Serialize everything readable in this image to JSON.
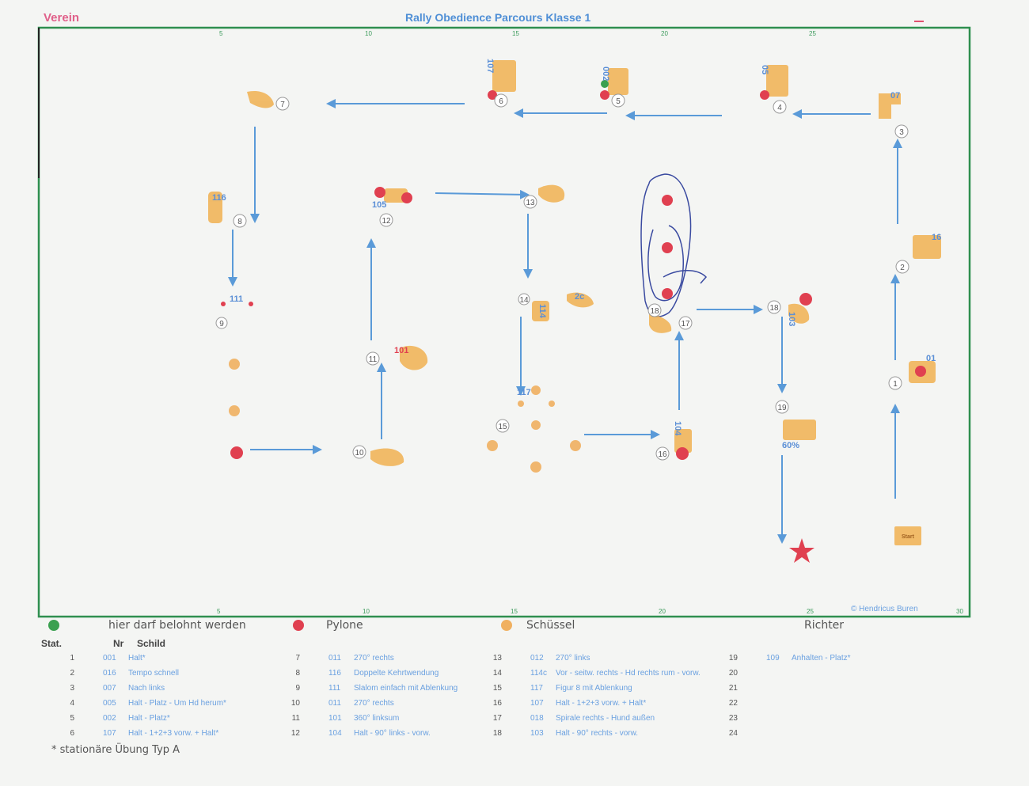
{
  "header": {
    "verein": "Verein",
    "title": "Rally Obedience Parcours Klasse 1"
  },
  "copyright": "© Hendricus Buren",
  "scale_ticks_top": [
    "5",
    "10",
    "15",
    "20",
    "25"
  ],
  "scale_ticks_bottom": [
    "5",
    "10",
    "15",
    "20",
    "25",
    "30"
  ],
  "legend": {
    "reward": "hier darf belohnt werden",
    "pylon": "Pylone",
    "bowl": "Schüssel",
    "judge": "Richter"
  },
  "table": {
    "col_stat": "Stat.",
    "col_nr": "Nr",
    "col_schild": "Schild",
    "rows": [
      {
        "stat": "1",
        "nr": "001",
        "schild": "Halt*"
      },
      {
        "stat": "2",
        "nr": "016",
        "schild": "Tempo schnell"
      },
      {
        "stat": "3",
        "nr": "007",
        "schild": "Nach links"
      },
      {
        "stat": "4",
        "nr": "005",
        "schild": "Halt - Platz - Um Hd herum*"
      },
      {
        "stat": "5",
        "nr": "002",
        "schild": "Halt - Platz*"
      },
      {
        "stat": "6",
        "nr": "107",
        "schild": "Halt - 1+2+3 vorw. + Halt*"
      },
      {
        "stat": "7",
        "nr": "011",
        "schild": "270° rechts"
      },
      {
        "stat": "8",
        "nr": "116",
        "schild": "Doppelte Kehrtwendung"
      },
      {
        "stat": "9",
        "nr": "111",
        "schild": "Slalom einfach mit Ablenkung"
      },
      {
        "stat": "10",
        "nr": "011",
        "schild": "270° rechts"
      },
      {
        "stat": "11",
        "nr": "101",
        "schild": "360° linksum"
      },
      {
        "stat": "12",
        "nr": "104",
        "schild": "Halt - 90° links - vorw."
      },
      {
        "stat": "13",
        "nr": "012",
        "schild": "270° links"
      },
      {
        "stat": "14",
        "nr": "114c",
        "schild": "Vor - seitw. rechts - Hd rechts rum - vorw."
      },
      {
        "stat": "15",
        "nr": "117",
        "schild": "Figur 8 mit Ablenkung"
      },
      {
        "stat": "16",
        "nr": "107",
        "schild": "Halt - 1+2+3 vorw. + Halt*"
      },
      {
        "stat": "17",
        "nr": "018",
        "schild": "Spirale rechts - Hund außen"
      },
      {
        "stat": "18",
        "nr": "103",
        "schild": "Halt - 90° rechts - vorw."
      },
      {
        "stat": "19",
        "nr": "109",
        "schild": "Anhalten - Platz*"
      },
      {
        "stat": "20",
        "nr": "",
        "schild": ""
      },
      {
        "stat": "21",
        "nr": "",
        "schild": ""
      },
      {
        "stat": "22",
        "nr": "",
        "schild": ""
      },
      {
        "stat": "23",
        "nr": "",
        "schild": ""
      },
      {
        "stat": "24",
        "nr": "",
        "schild": ""
      }
    ]
  },
  "footnote": "*   stationäre Übung Typ A",
  "course": {
    "station_labels": {
      "s1": "1",
      "s2": "2",
      "s3": "3",
      "s4": "4",
      "s5": "5",
      "s6": "6",
      "s7": "7",
      "s8": "8",
      "s9": "9",
      "s10": "10",
      "s11": "11",
      "s12": "12",
      "s13": "13",
      "s14": "14",
      "s15": "15",
      "s16": "16",
      "s17": "17",
      "s18": "18",
      "s18b": "18",
      "s19": "19"
    },
    "sign_labels": {
      "n01": "01",
      "n16": "16",
      "n07": "07",
      "n05": "05",
      "n002": "002",
      "n107": "107",
      "n116": "116",
      "n111": "111",
      "n105": "105",
      "n101": "101",
      "n114": "114",
      "n117": "117",
      "n104": "104",
      "n103": "103",
      "n60": "60%",
      "n2c": "2c",
      "start": "Start"
    }
  },
  "colors": {
    "border": "#2f8f4f",
    "arrow": "#5a9ad8",
    "sign": "#f0b050",
    "pylon": "#e04050",
    "bowl": "#f0b060",
    "reward": "#3aa050",
    "pen": "#3a4aa0"
  }
}
